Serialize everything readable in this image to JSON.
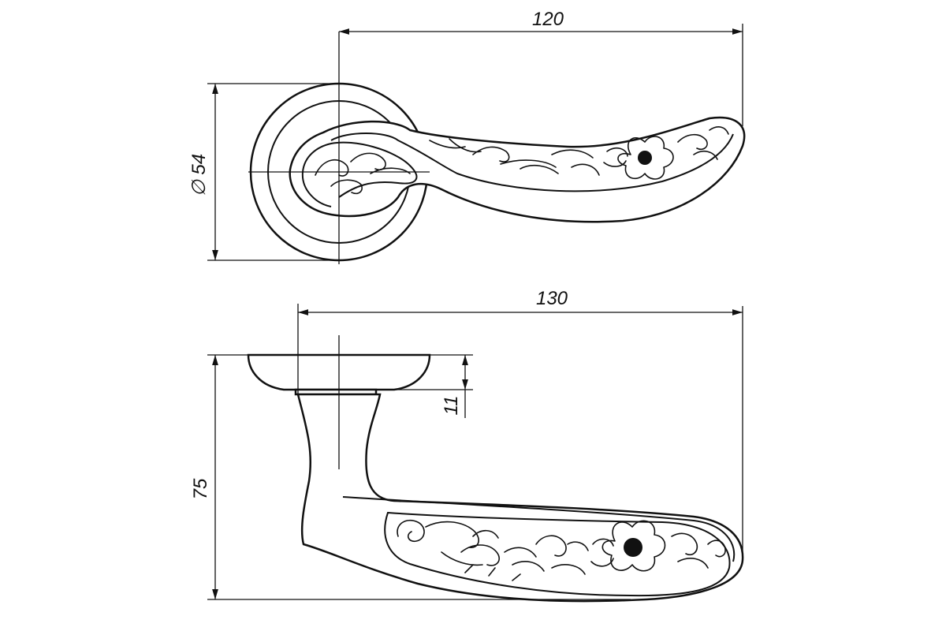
{
  "dimensions": {
    "top_length": "120",
    "rosette_diameter": "∅ 54",
    "bottom_length": "130",
    "rosette_thickness": "11",
    "overall_height": "75"
  }
}
